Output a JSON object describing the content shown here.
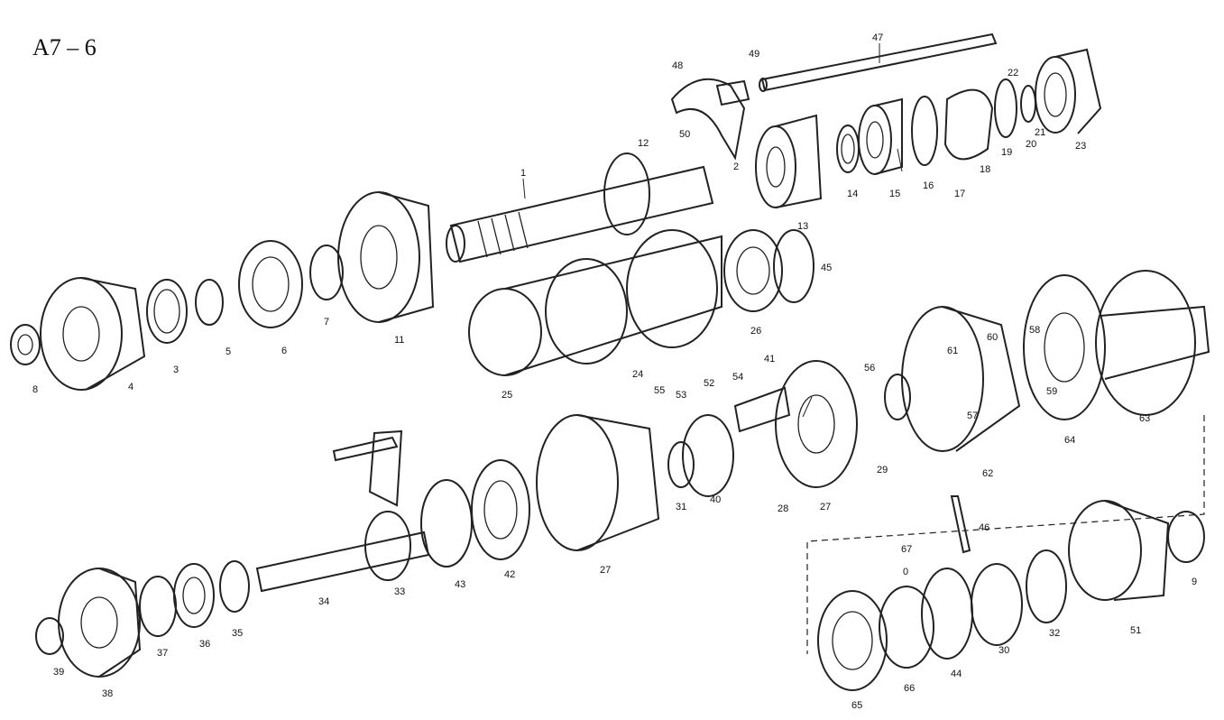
{
  "title": "A7 – 6",
  "callouts": [
    "1",
    "2",
    "3",
    "4",
    "5",
    "6",
    "7",
    "8",
    "9",
    "11",
    "12",
    "13",
    "14",
    "15",
    "16",
    "17",
    "18",
    "19",
    "20",
    "21",
    "22",
    "23",
    "24",
    "25",
    "26",
    "27",
    "27",
    "28",
    "29",
    "30",
    "31",
    "32",
    "33",
    "34",
    "35",
    "36",
    "37",
    "38",
    "39",
    "40",
    "41",
    "42",
    "43",
    "44",
    "45",
    "46",
    "47",
    "48",
    "49",
    "50",
    "51",
    "52",
    "53",
    "54",
    "55",
    "56",
    "57",
    "58",
    "59",
    "60",
    "61",
    "62",
    "63",
    "64",
    "65",
    "66",
    "67",
    "0"
  ]
}
